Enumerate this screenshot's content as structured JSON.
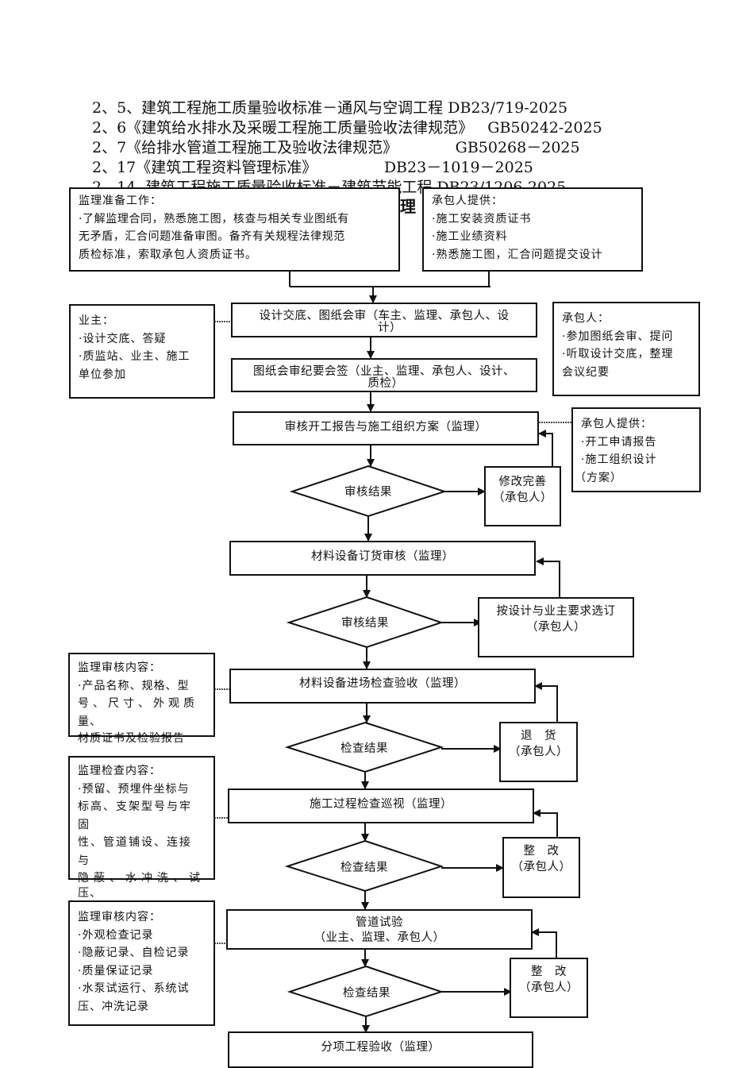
{
  "standards": [
    "2、5、建筑工程施工质量验收标准－通风与空调工程 DB23/719-2025",
    "2、6《建筑给水排水及采暖工程施工质量验收法律规范》   GB50242-2025",
    "2、7《给排水管道工程施工及验收法律规范》            GB50268－2025",
    "2、17《建筑工程资料管理标准》              DB23－1019－2025",
    "2、14  建筑工程施工质量验收标准－建筑节能工程 DB23/1206-2025"
  ],
  "hidden_heading_fragment": "理",
  "notes": {
    "supervisor_prep": [
      "监理准备工作：",
      "·了解监理合同，熟悉施工图，核查与相关专业图纸有",
      "无矛盾，汇合问题准备审图。备齐有关规程法律规范",
      "质检标准，索取承包人资质证书。"
    ],
    "contractor_provide_top": [
      "承包人提供：",
      "·施工安装资质证书",
      "·施工业绩资料",
      "·熟悉施工图，汇合问题提交设计"
    ],
    "owner": [
      "业主：",
      "·设计交底、答疑",
      "·质监站、业主、施工",
      "单位参加"
    ],
    "contractor_right": [
      "承包人：",
      "·参加图纸会审、提问",
      "·听取设计交底，整理",
      "会议纪要"
    ],
    "contractor_provide_plan": [
      "承包人提供：",
      "·开工申请报告",
      "·施工组织设计",
      "（方案）"
    ],
    "review_material": [
      "监理审核内容：",
      "·产品名称、规格、型",
      "号、尺寸、外观质",
      "量、"
    ],
    "review_material_overflow": "材质证书及检验报告",
    "inspect_process": [
      "监理检查内容：",
      "·预留、预埋件坐标与",
      "标高、支架型号与牢",
      "固",
      "性、管道铺设、连接",
      "与",
      "隐蔽、水冲洗、试"
    ],
    "inspect_process_overflow": "压、",
    "review_test": [
      "监理审核内容：",
      "·外观检查记录",
      "·隐蔽记录、自检记录",
      "·质量保证记录",
      "·水泵试运行、系统试",
      "压、冲洗记录"
    ]
  },
  "process": {
    "design_disclosure": [
      "设计交底、图纸会审（车主、监理、承包人、设",
      "计）"
    ],
    "minutes_sign": [
      "图纸会审纪要会签（业主、监理、承包人、设计、",
      "质检）"
    ],
    "review_start": "审核开工报告与施工组织方案（监理）",
    "material_order": "材料设备订货审核（监理）",
    "material_entry": "材料设备进场检查验收（监理）",
    "process_inspect": "施工过程检查巡视（监理）",
    "pipe_test": [
      "管道试验",
      "（业主、监理、承包人）"
    ],
    "final_accept": "分项工程验收（监理）"
  },
  "decisions": {
    "d1": "审核结果",
    "d2": "审核结果",
    "d3": "检查结果",
    "d4": "检查结果",
    "d5": "检查结果"
  },
  "side_actions": {
    "revise": [
      "修改完善",
      "（承包人）"
    ],
    "reselect": [
      "按设计与业主要求选订",
      "（承包人）"
    ],
    "return_goods": [
      "退　货",
      "（承包人）"
    ],
    "rectify1": [
      "整　改",
      "（承包人）"
    ],
    "rectify2": [
      "整　改",
      "（承包人）"
    ]
  }
}
